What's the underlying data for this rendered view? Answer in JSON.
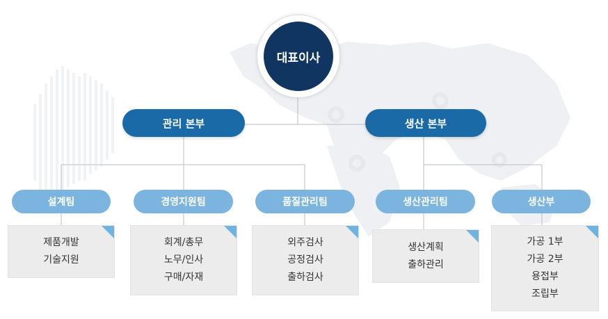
{
  "org": {
    "ceo": "대표이사",
    "divisions": [
      {
        "label": "관리 본부"
      },
      {
        "label": "생산 본부"
      }
    ],
    "teams": [
      {
        "label": "설계팀",
        "items": [
          "제품개발",
          "기술지원"
        ]
      },
      {
        "label": "경영지원팀",
        "items": [
          "회계/총무",
          "노무/인사",
          "구매/자재"
        ]
      },
      {
        "label": "품질관리팀",
        "items": [
          "외주검사",
          "공정검사",
          "출하검사"
        ]
      },
      {
        "label": "생산관리팀",
        "items": [
          "생산계획",
          "출하관리"
        ]
      },
      {
        "label": "생산부",
        "items": [
          "가공 1부",
          "가공 2부",
          "용접부",
          "조립부"
        ]
      }
    ]
  },
  "colors": {
    "ceo": "#0f3560",
    "division": "#1b6aa8",
    "team": "#7bb5df",
    "box": "#ececec",
    "corner": "#6fb3e0"
  }
}
